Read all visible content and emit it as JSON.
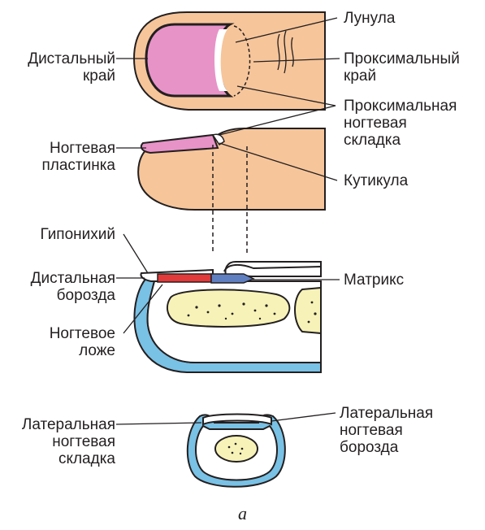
{
  "labels": {
    "lunula": "Лунула",
    "distal_edge": "Дистальный\nкрай",
    "proximal_edge": "Проксимальный\nкрай",
    "proximal_fold": "Проксимальная\nногтевая\nскладка",
    "nail_plate": "Ногтевая\nпластинка",
    "cuticle": "Кутикула",
    "hyponychium": "Гипонихий",
    "distal_groove": "Дистальная\nборозда",
    "matrix": "Матрикс",
    "nail_bed": "Ногтевое\nложе",
    "lateral_fold": "Латеральная\nногтевая\nскладка",
    "lateral_groove": "Латеральная\nногтевая\nборозда"
  },
  "caption": "а",
  "colors": {
    "skin": "#f6c59a",
    "nail": "#e793c8",
    "lunula": "#ffffff",
    "bone": "#f7f2b8",
    "tissue_blue": "#79c1e5",
    "matrix_blue": "#5f7fc0",
    "nail_bed_red": "#e23a3a",
    "outline": "#231f20"
  }
}
